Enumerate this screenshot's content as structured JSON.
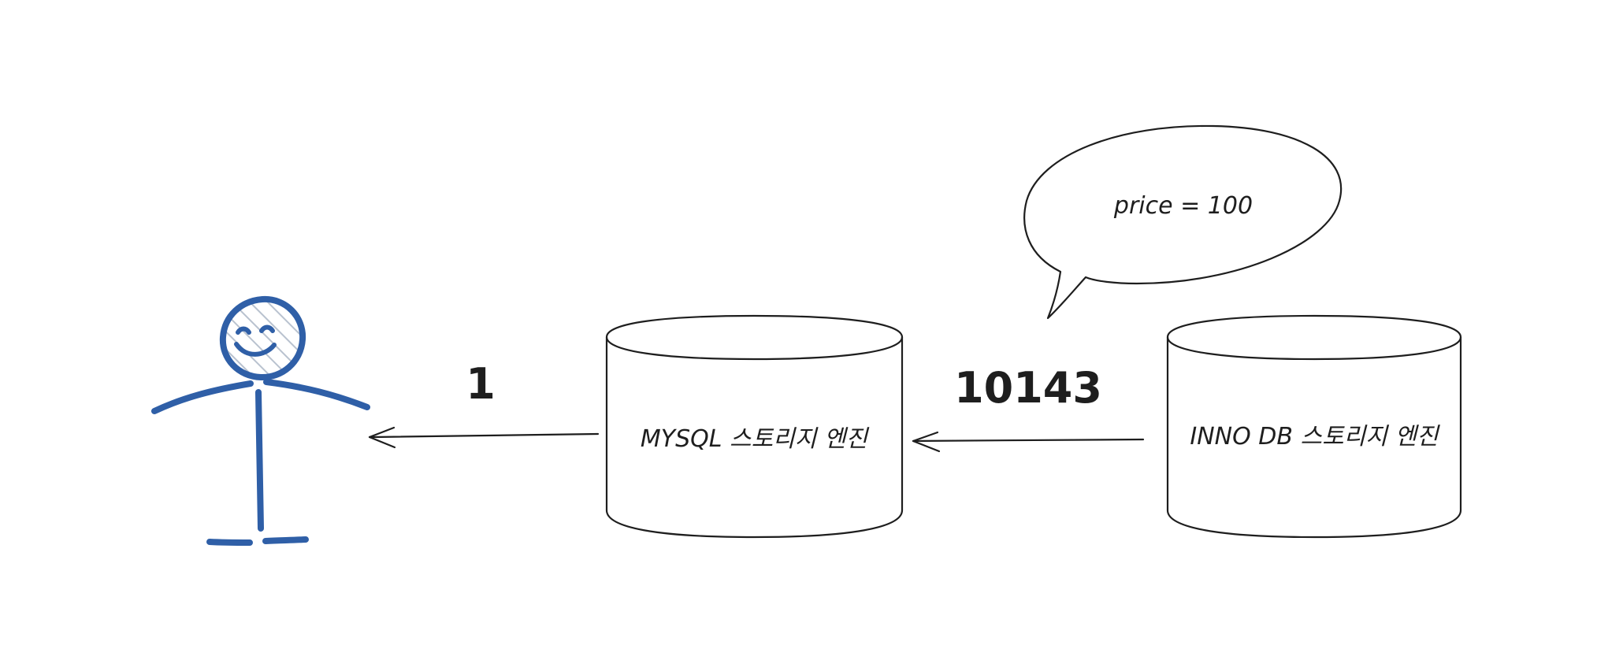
{
  "diagram": {
    "colors": {
      "ink": "#1e1e1e",
      "person": "#2f5fa7",
      "background": "#ffffff"
    },
    "icons": {
      "person": "stick-figure-icon"
    },
    "nodes": {
      "mysql_engine": {
        "label": "MYSQL 스토리지 엔진"
      },
      "innodb_engine": {
        "label": "INNO DB 스토리지 엔진"
      },
      "speech_bubble": {
        "label": "price = 100"
      }
    },
    "edges": {
      "innodb_to_mysql": {
        "label": "10143"
      },
      "mysql_to_user": {
        "label": "1"
      }
    }
  }
}
